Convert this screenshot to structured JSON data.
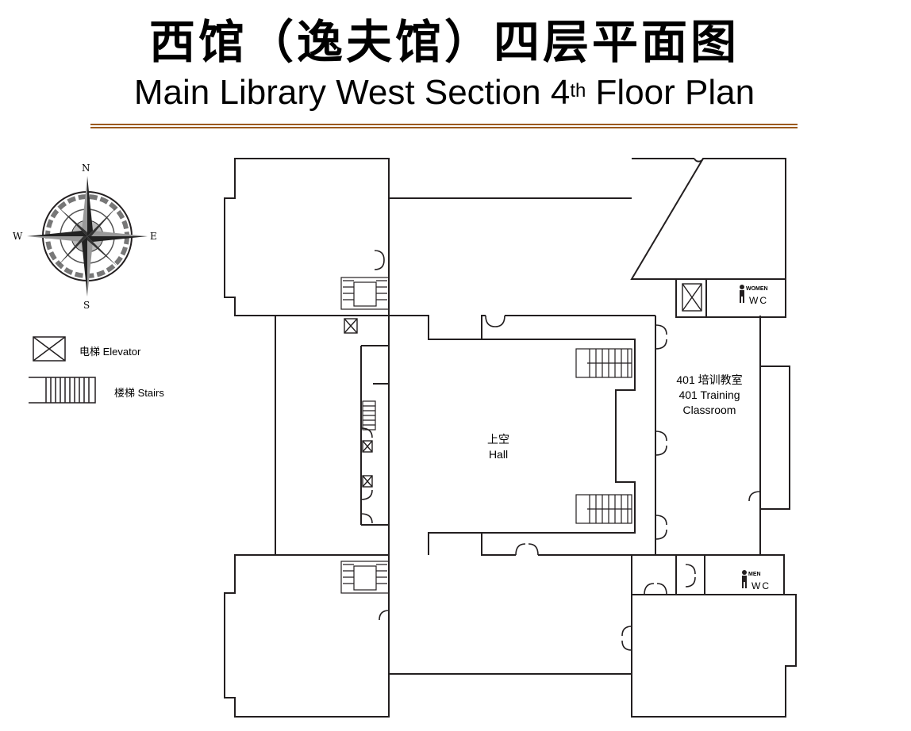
{
  "title": {
    "cn": "西馆（逸夫馆）四层平面图",
    "en_main": "Main Library West Section 4",
    "en_sup": "th",
    "en_tail": " Floor Plan"
  },
  "compass": {
    "n": "N",
    "s": "S",
    "e": "E",
    "w": "W"
  },
  "legend": {
    "elevator": "电梯  Elevator",
    "stairs": "楼梯  Stairs"
  },
  "rooms": {
    "hall_cn": "上空",
    "hall_en": "Hall",
    "classroom_line1": "401 培训教室",
    "classroom_line2": "401 Training",
    "classroom_line3": "Classroom"
  },
  "wc": {
    "women_sub": "WOMEN",
    "men_sub": "MEN",
    "label": "WC"
  },
  "colors": {
    "rule": "#9b5a1e",
    "wall": "#231f20"
  }
}
